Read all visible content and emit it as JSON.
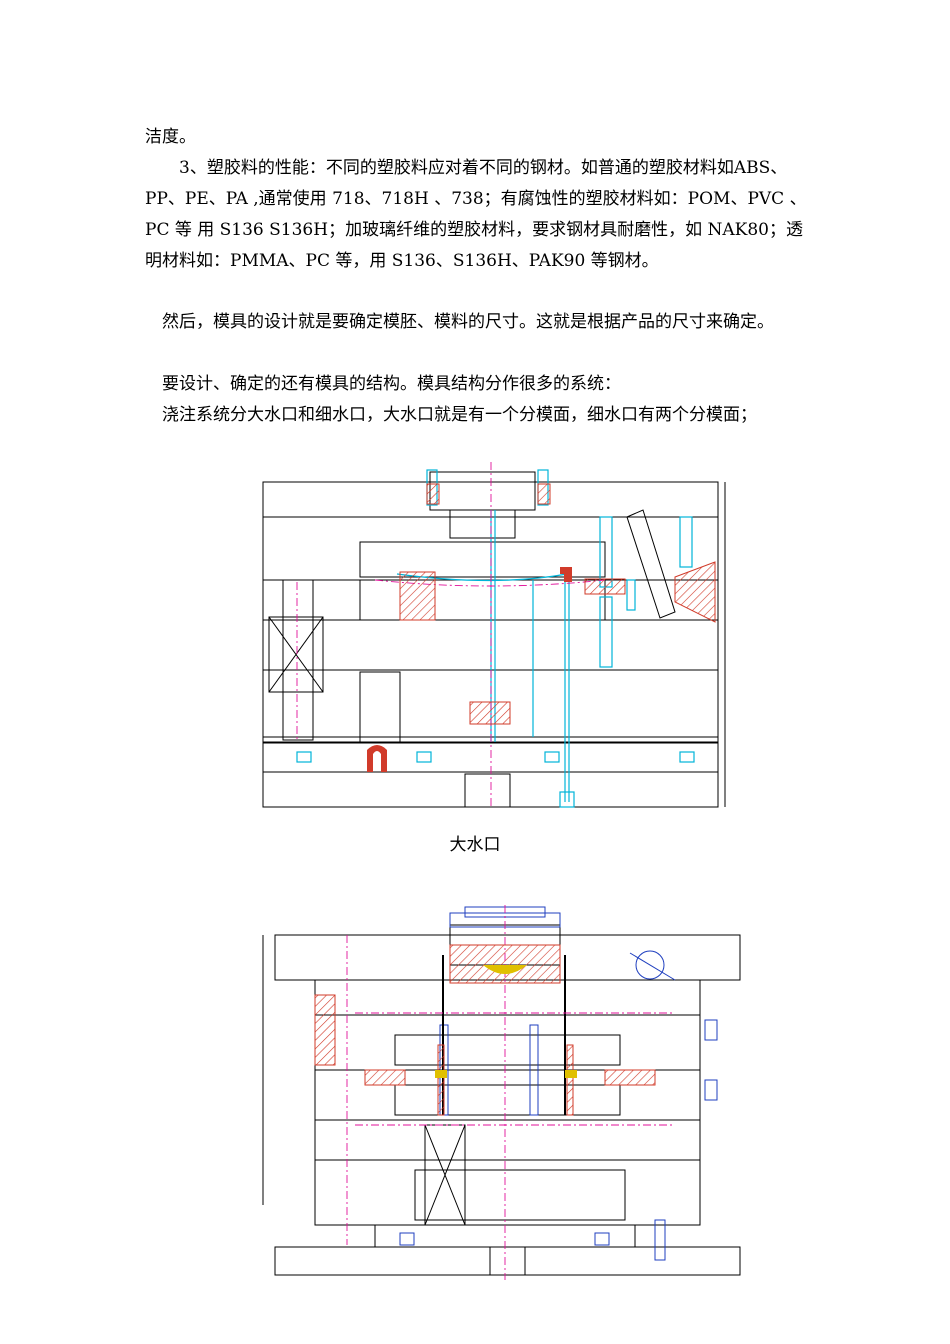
{
  "doc": {
    "p1": "洁度。",
    "p2": "3、塑胶料的性能：不同的塑胶料应对着不同的钢材。如普通的塑胶材料如ABS、PP、PE、PA ,通常使用 718、718H 、738；有腐蚀性的塑胶材料如：POM、PVC 、PC 等 用 S136 S136H；加玻璃纤维的塑胶材料，要求钢材具耐磨性，如 NAK80；透明材料如：PMMA、PC 等，用 S136、S136H、PAK90 等钢材。",
    "p3": "然后，模具的设计就是要确定模胚、模料的尺寸。这就是根据产品的尺寸来确定。",
    "p4": "要设计、确定的还有模具的结构。模具结构分作很多的系统：",
    "p5": "浇注系统分大水口和细水口，大水口就是有一个分模面，细水口有两个分模面；",
    "caption1": "大水口"
  },
  "colors": {
    "line": "#000000",
    "cyan": "#00b4d8",
    "magenta": "#e0119a",
    "hatch": "#d13b2a",
    "blue": "#1f3fbf",
    "yellow": "#e0c000"
  }
}
